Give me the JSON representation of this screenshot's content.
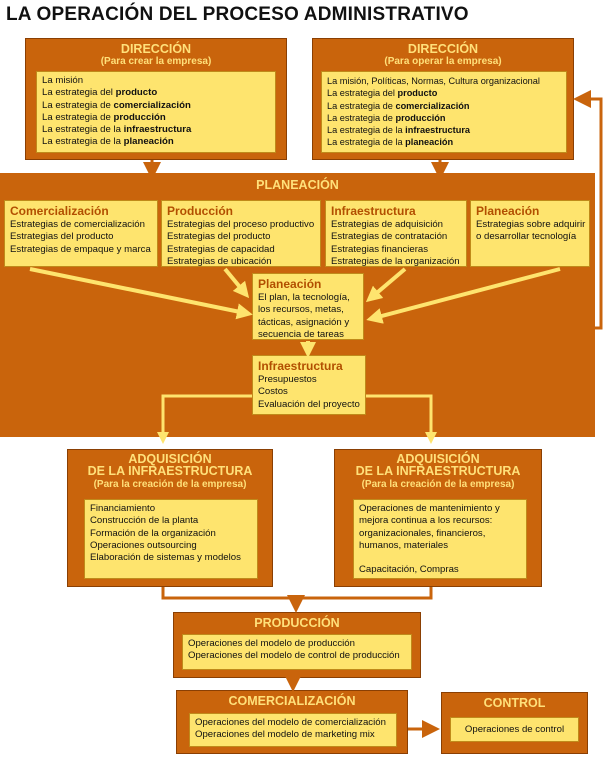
{
  "title": "LA OPERACIÓN DEL PROCESO ADMINISTRATIVO",
  "direccion_crear": {
    "title": "DIRECCIÓN",
    "subtitle": "(Para crear la empresa)",
    "items": [
      {
        "pre": "La misión",
        "bold": ""
      },
      {
        "pre": "La estrategia del ",
        "bold": "producto"
      },
      {
        "pre": "La estrategia de ",
        "bold": "comercialización"
      },
      {
        "pre": "La estrategia de ",
        "bold": "producción"
      },
      {
        "pre": "La estrategia de la ",
        "bold": "infraestructura"
      },
      {
        "pre": "La estrategia de la ",
        "bold": "planeación"
      }
    ]
  },
  "direccion_operar": {
    "title": "DIRECCIÓN",
    "subtitle": "(Para operar la empresa)",
    "items": [
      {
        "pre": "La misión, Políticas, Normas, Cultura organizacional",
        "bold": ""
      },
      {
        "pre": "La estrategia del ",
        "bold": "producto"
      },
      {
        "pre": "La estrategia de ",
        "bold": "comercialización"
      },
      {
        "pre": "La estrategia de ",
        "bold": "producción"
      },
      {
        "pre": "La estrategia de la ",
        "bold": "infraestructura"
      },
      {
        "pre": "La estrategia de la ",
        "bold": "planeación"
      }
    ]
  },
  "planeacion": {
    "title": "PLANEACIÓN",
    "comercializacion": {
      "title": "Comercialización",
      "items": [
        "Estrategias de comercialización",
        "Estrategias del producto",
        "Estrategias de empaque y marca"
      ]
    },
    "produccion": {
      "title": "Producción",
      "items": [
        "Estrategias del proceso productivo",
        "Estrategias del producto",
        "Estrategias de capacidad",
        "Estrategias de ubicación"
      ]
    },
    "infraestructura": {
      "title": "Infraestructura",
      "items": [
        "Estrategias de adquisición",
        "Estrategias de contratación",
        "Estrategias financieras",
        "Estrategias de la organización"
      ]
    },
    "planeacion_sub": {
      "title": "Planeación",
      "items": [
        "Estrategias sobre adquirir",
        "o desarrollar tecnología"
      ]
    },
    "center": {
      "title": "Planeación",
      "items": [
        "El plan, la tecnología,",
        "los recursos, metas,",
        "tácticas, asignación y",
        "secuencia de tareas"
      ]
    },
    "infra_center": {
      "title": "Infraestructura",
      "items": [
        "Presupuestos",
        "Costos",
        "Evaluación del proyecto"
      ]
    }
  },
  "adq_left": {
    "title1": "ADQUISICIÓN",
    "title2": "DE LA INFRAESTRUCTURA",
    "subtitle": "(Para la creación de la empresa)",
    "items": [
      "Financiamiento",
      "Construcción de la planta",
      "Formación de la organización",
      "Operaciones outsourcing",
      "Elaboración de sistemas y modelos"
    ]
  },
  "adq_right": {
    "title1": "ADQUISICIÓN",
    "title2": "DE LA INFRAESTRUCTURA",
    "subtitle": "(Para la creación de la empresa)",
    "items": [
      "Operaciones de mantenimiento y",
      "mejora continua a los recursos:",
      "organizacionales, financieros,",
      "humanos, materiales",
      "",
      "Capacitación, Compras"
    ]
  },
  "produccion": {
    "title": "PRODUCCIÓN",
    "items": [
      "Operaciones del modelo de producción",
      "Operaciones del modelo de control de producción"
    ]
  },
  "comercializacion": {
    "title": "COMERCIALIZACIÓN",
    "items": [
      "Operaciones del modelo de comercialización",
      "Operaciones del modelo de marketing mix"
    ]
  },
  "control": {
    "title": "CONTROL",
    "items": [
      "Operaciones de control"
    ]
  },
  "colors": {
    "orange": "#c9640c",
    "yellow_fill": "#fee46e",
    "title_text": "#ffe07a",
    "arrow": "#c9640c",
    "connector": "#fee46e"
  }
}
